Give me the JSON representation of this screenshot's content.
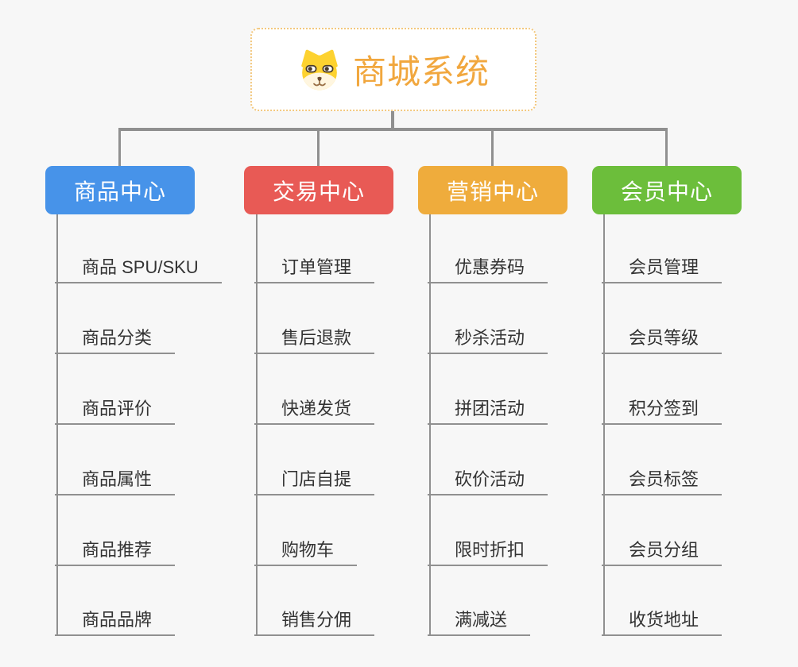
{
  "root": {
    "title": "商城系统",
    "icon": "dog-face-icon",
    "accent_color": "#f1a73e",
    "border_color": "#f3c87e"
  },
  "colors": {
    "background": "#f7f7f7",
    "connector": "#909090",
    "leaf_text": "#333333"
  },
  "branches": [
    {
      "label": "商品中心",
      "color": "#4793e9",
      "items": [
        "商品 SPU/SKU",
        "商品分类",
        "商品评价",
        "商品属性",
        "商品推荐",
        "商品品牌"
      ]
    },
    {
      "label": "交易中心",
      "color": "#e85a55",
      "items": [
        "订单管理",
        "售后退款",
        "快递发货",
        "门店自提",
        "购物车",
        "销售分佣"
      ]
    },
    {
      "label": "营销中心",
      "color": "#efac3c",
      "items": [
        "优惠券码",
        "秒杀活动",
        "拼团活动",
        "砍价活动",
        "限时折扣",
        "满减送"
      ]
    },
    {
      "label": "会员中心",
      "color": "#6cbe3b",
      "items": [
        "会员管理",
        "会员等级",
        "积分签到",
        "会员标签",
        "会员分组",
        "收货地址"
      ]
    }
  ]
}
